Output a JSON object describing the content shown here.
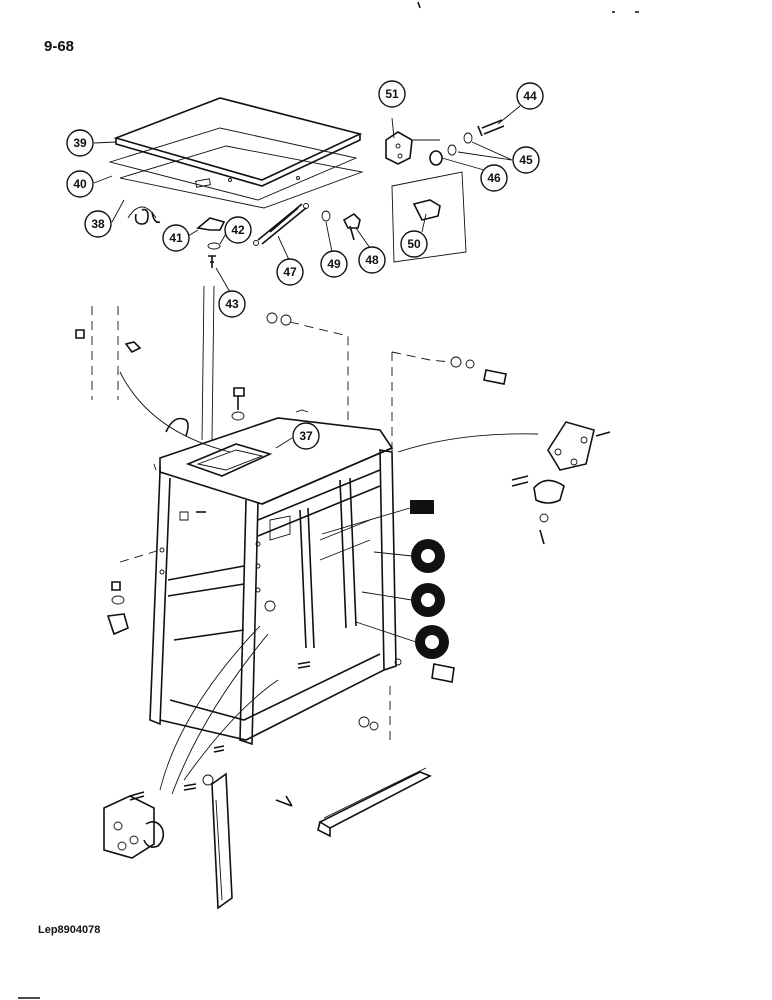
{
  "page_number": "9-68",
  "reference_code": "Lep8904078",
  "callouts": [
    "37",
    "38",
    "39",
    "40",
    "41",
    "42",
    "43",
    "44",
    "45",
    "46",
    "47",
    "48",
    "49",
    "50",
    "51"
  ]
}
